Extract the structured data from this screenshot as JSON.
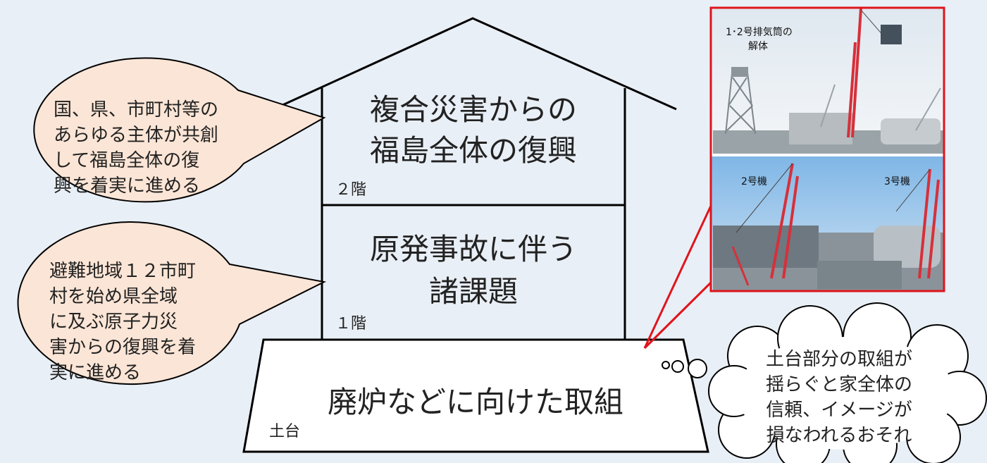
{
  "house": {
    "floor2": {
      "title_line1": "複合災害からの",
      "title_line2": "福島全体の復興",
      "floor_label": "２階"
    },
    "floor1": {
      "title_line1": "原発事故に伴う",
      "title_line2": "諸課題",
      "floor_label": "１階"
    },
    "foundation": {
      "title": "廃炉などに向けた取組",
      "floor_label": "土台"
    }
  },
  "callout_top": {
    "lines": [
      "国、県、市町村等の",
      "あらゆる主体が共創",
      "して福島全体の復",
      "興を着実に進める"
    ]
  },
  "callout_bottom": {
    "lines": [
      "避難地域１２市町",
      "村を始め県全域",
      "に及ぶ原子力災",
      "害からの復興を着",
      "実に進める"
    ]
  },
  "thought_bubble": {
    "lines": [
      "土台部分の取組が",
      "揺らぐと家全体の",
      "信頼、イメージが",
      "損なわれるおそれ"
    ]
  },
  "photo_panel": {
    "top_caption_line1": "1･2号排気筒の",
    "top_caption_line2": "解体",
    "unit2_label": "2号機",
    "unit3_label": "3号機",
    "frame_color": "#e0141c"
  }
}
